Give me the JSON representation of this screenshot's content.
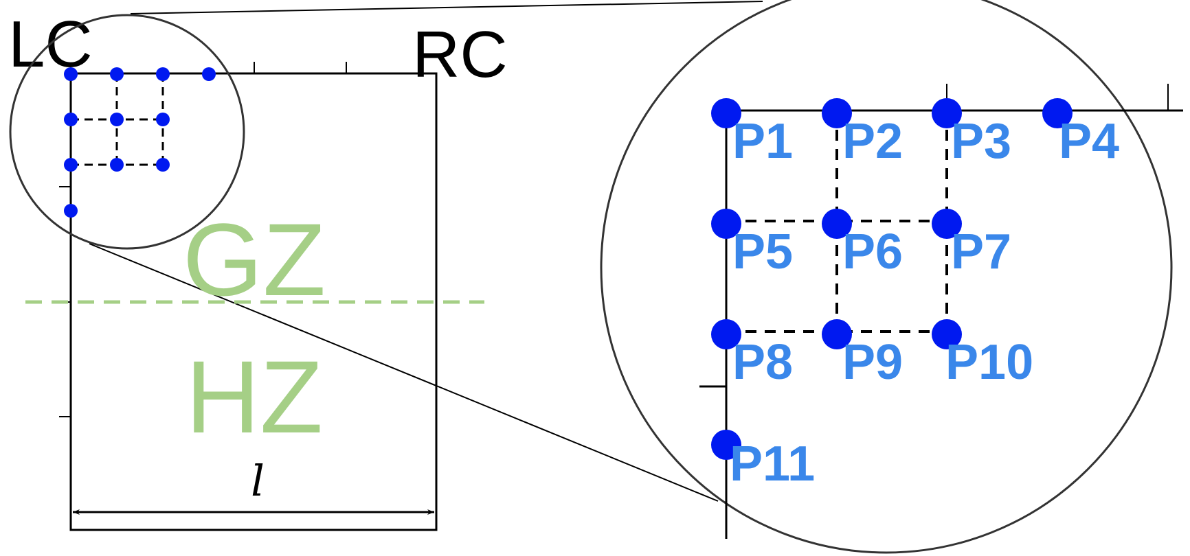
{
  "colors": {
    "point": "#0019f0",
    "point_label": "#3a87ea",
    "zone": "#a5cf86",
    "line": "#000000",
    "zoom_circle": "#333333"
  },
  "labels": {
    "left_corner": "LC",
    "right_corner": "RC",
    "zone_upper": "GZ",
    "zone_lower": "HZ",
    "width_dimension": "l"
  },
  "points": [
    "P1",
    "P2",
    "P3",
    "P4",
    "P5",
    "P6",
    "P7",
    "P8",
    "P9",
    "P10",
    "P11"
  ]
}
